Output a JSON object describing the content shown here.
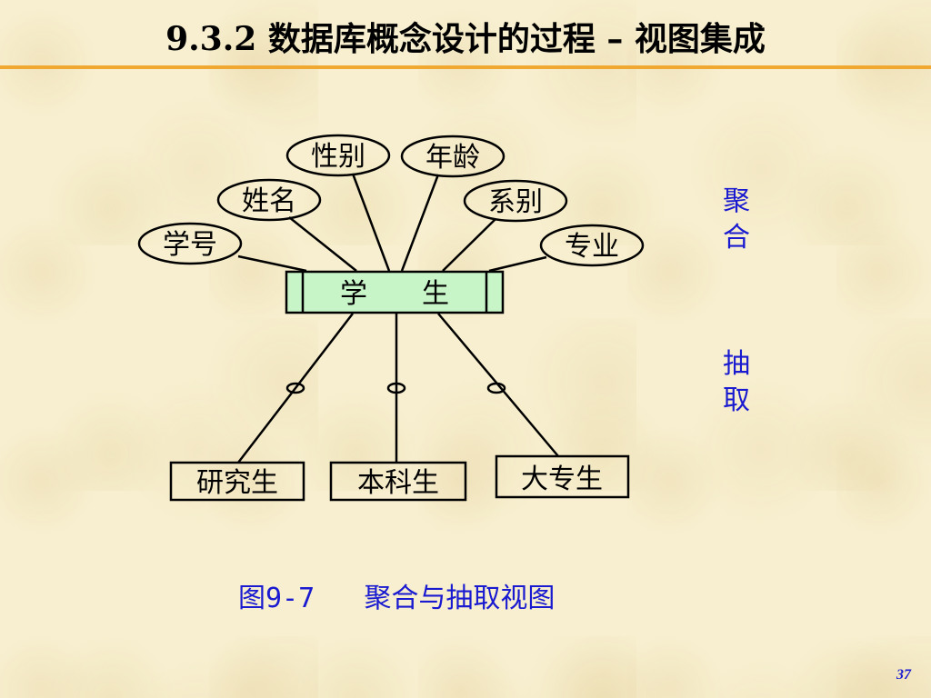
{
  "slide": {
    "title": "9.3.2  数据库概念设计的过程 – 视图集成",
    "side_labels": [
      "聚\n合",
      "抽\n取"
    ],
    "caption": "图9-7   聚合与抽取视图",
    "page_number": "37"
  },
  "diagram": {
    "entity": "学　　生",
    "attributes": [
      "学号",
      "姓名",
      "性别",
      "年龄",
      "系别",
      "专业"
    ],
    "subtypes": [
      "研究生",
      "本科生",
      "大专生"
    ]
  },
  "colors": {
    "title_rule": "#f0a830",
    "entity_fill": "#c8f5c8",
    "side_text": "#1a1ad0",
    "background": "#f7efcf"
  }
}
